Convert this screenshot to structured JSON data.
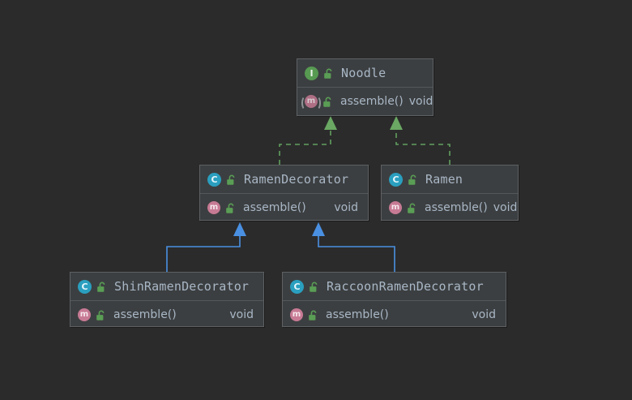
{
  "diagram": {
    "title": "UML Class Diagram",
    "background_color": "#2b2b2b",
    "box_color": "#3c3f41",
    "border_color": "#5e6163",
    "text_color": "#a9b7c6",
    "realization_color": "#62a05f",
    "inheritance_color": "#4a90e2"
  },
  "classes": {
    "noodle": {
      "name": "Noodle",
      "stereotype": "interface",
      "icon": "interface-icon",
      "visibility_icon": "unlocked-padlock-icon",
      "members": [
        {
          "name": "assemble()",
          "type": "void",
          "icon": "abstract-method-icon",
          "visibility_icon": "unlocked-padlock-icon"
        }
      ]
    },
    "ramen_decorator": {
      "name": "RamenDecorator",
      "stereotype": "class",
      "icon": "class-icon",
      "visibility_icon": "unlocked-padlock-icon",
      "members": [
        {
          "name": "assemble()",
          "type": "void",
          "icon": "method-icon",
          "visibility_icon": "unlocked-padlock-icon"
        }
      ]
    },
    "ramen": {
      "name": "Ramen",
      "stereotype": "class",
      "icon": "class-icon",
      "visibility_icon": "unlocked-padlock-icon",
      "members": [
        {
          "name": "assemble()",
          "type": "void",
          "icon": "method-icon",
          "visibility_icon": "unlocked-padlock-icon"
        }
      ]
    },
    "shin_ramen_decorator": {
      "name": "ShinRamenDecorator",
      "stereotype": "class",
      "icon": "class-icon",
      "visibility_icon": "unlocked-padlock-icon",
      "members": [
        {
          "name": "assemble()",
          "type": "void",
          "icon": "method-icon",
          "visibility_icon": "unlocked-padlock-icon"
        }
      ]
    },
    "raccoon_ramen_decorator": {
      "name": "RaccoonRamenDecorator",
      "stereotype": "class",
      "icon": "class-icon",
      "visibility_icon": "unlocked-padlock-icon",
      "members": [
        {
          "name": "assemble()",
          "type": "void",
          "icon": "method-icon",
          "visibility_icon": "unlocked-padlock-icon"
        }
      ]
    }
  },
  "icon_glyphs": {
    "interface": "I",
    "class": "C",
    "method": "m"
  },
  "relationships": [
    {
      "from": "RamenDecorator",
      "to": "Noodle",
      "kind": "realization",
      "style": "dashed",
      "arrow": "hollow-triangle-filled"
    },
    {
      "from": "Ramen",
      "to": "Noodle",
      "kind": "realization",
      "style": "dashed",
      "arrow": "hollow-triangle-filled"
    },
    {
      "from": "ShinRamenDecorator",
      "to": "RamenDecorator",
      "kind": "generalization",
      "style": "solid",
      "arrow": "triangle-filled"
    },
    {
      "from": "RaccoonRamenDecorator",
      "to": "RamenDecorator",
      "kind": "generalization",
      "style": "solid",
      "arrow": "triangle-filled"
    }
  ]
}
